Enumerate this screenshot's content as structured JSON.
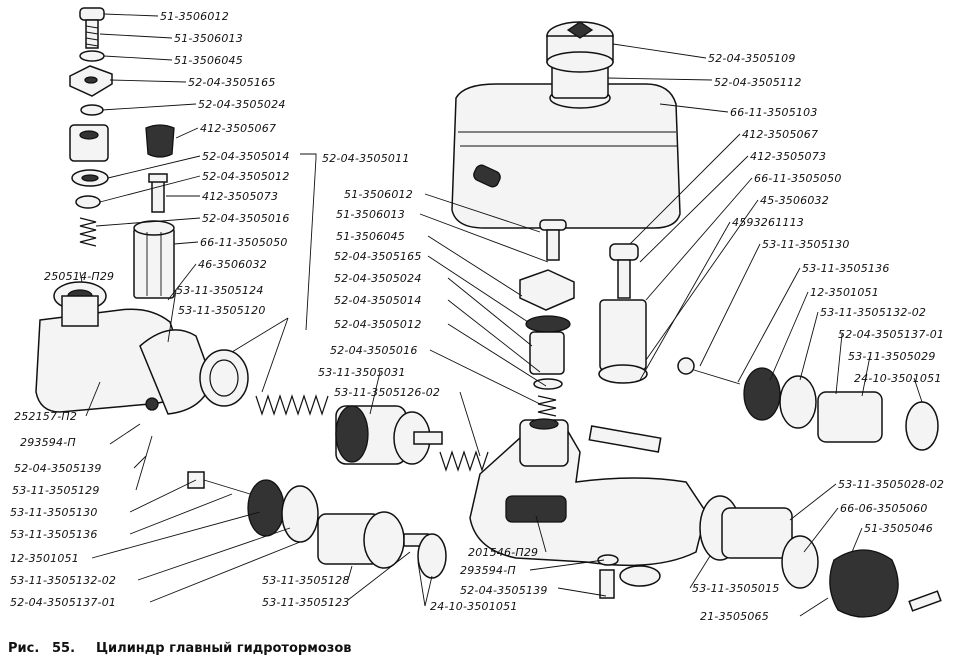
{
  "caption": {
    "prefix": "Рис.",
    "number": "55.",
    "title": "Цилиндр главный гидротормозов"
  },
  "labels": [
    "51-3506012",
    "51-3506013",
    "51-3506045",
    "52-04-3505165",
    "52-04-3505024",
    "412-3505067",
    "52-04-3505014",
    "52-04-3505012",
    "412-3505073",
    "52-04-3505016",
    "66-11-3505050",
    "46-3506032",
    "52-04-3505011",
    "52-04-3505109",
    "52-04-3505112",
    "66-11-3505103",
    "412-3505067",
    "412-3505073",
    "66-11-3505050",
    "45-3506032",
    "4593261113",
    "53-11-3505130",
    "53-11-3505136",
    "12-3501051",
    "53-11-3505132-02",
    "52-04-3505137-01",
    "53-11-3505029",
    "24-10-3501051",
    "51-3506012",
    "51-3506013",
    "51-3506045",
    "52-04-3505165",
    "52-04-3505024",
    "52-04-3505014",
    "52-04-3505012",
    "52-04-3505016",
    "53-11-3505031",
    "53-11-3505126-02",
    "250514-П29",
    "53-11-3505124",
    "53-11-3505120",
    "252157-П2",
    "293594-П",
    "52-04-3505139",
    "53-11-3505129",
    "53-11-3505130",
    "53-11-3505136",
    "12-3501051",
    "53-11-3505132-02",
    "52-04-3505137-01",
    "53-11-3505128",
    "53-11-3505123",
    "24-10-3501051",
    "201546-П29",
    "293594-П",
    "52-04-3505139",
    "53-11-3505028-02",
    "66-06-3505060",
    "51-3505046",
    "53-11-3505015",
    "21-3505065"
  ]
}
